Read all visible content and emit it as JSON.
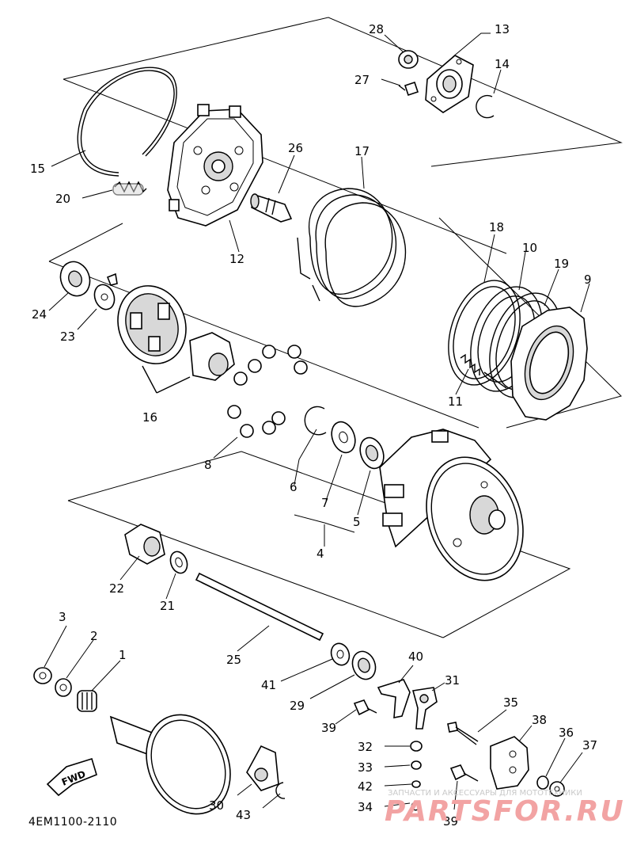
{
  "diagram": {
    "callouts": {
      "c1": "1",
      "c2": "2",
      "c3": "3",
      "c4": "4",
      "c5": "5",
      "c6": "6",
      "c7": "7",
      "c8": "8",
      "c9": "9",
      "c10": "10",
      "c11": "11",
      "c12": "12",
      "c13": "13",
      "c14": "14",
      "c15": "15",
      "c16": "16",
      "c17": "17",
      "c18": "18",
      "c19": "19",
      "c20": "20",
      "c21": "21",
      "c22": "22",
      "c23": "23",
      "c24": "24",
      "c25": "25",
      "c26": "26",
      "c27": "27",
      "c28": "28",
      "c29": "29",
      "c30": "30",
      "c31": "31",
      "c32": "32",
      "c33": "33",
      "c34": "34",
      "c35": "35",
      "c36": "36",
      "c37": "37",
      "c38": "38",
      "c39a": "39",
      "c39b": "39",
      "c40": "40",
      "c41": "41",
      "c42": "42",
      "c43": "43"
    },
    "drawing_code": "4EM1100-2110",
    "fwd_label": "FWD",
    "watermark_small": "ЗАПЧАСТИ И АКСЕССУАРЫ ДЛЯ МОТОТЕХНИКИ",
    "watermark_big": "PARTSFOR.RU"
  }
}
